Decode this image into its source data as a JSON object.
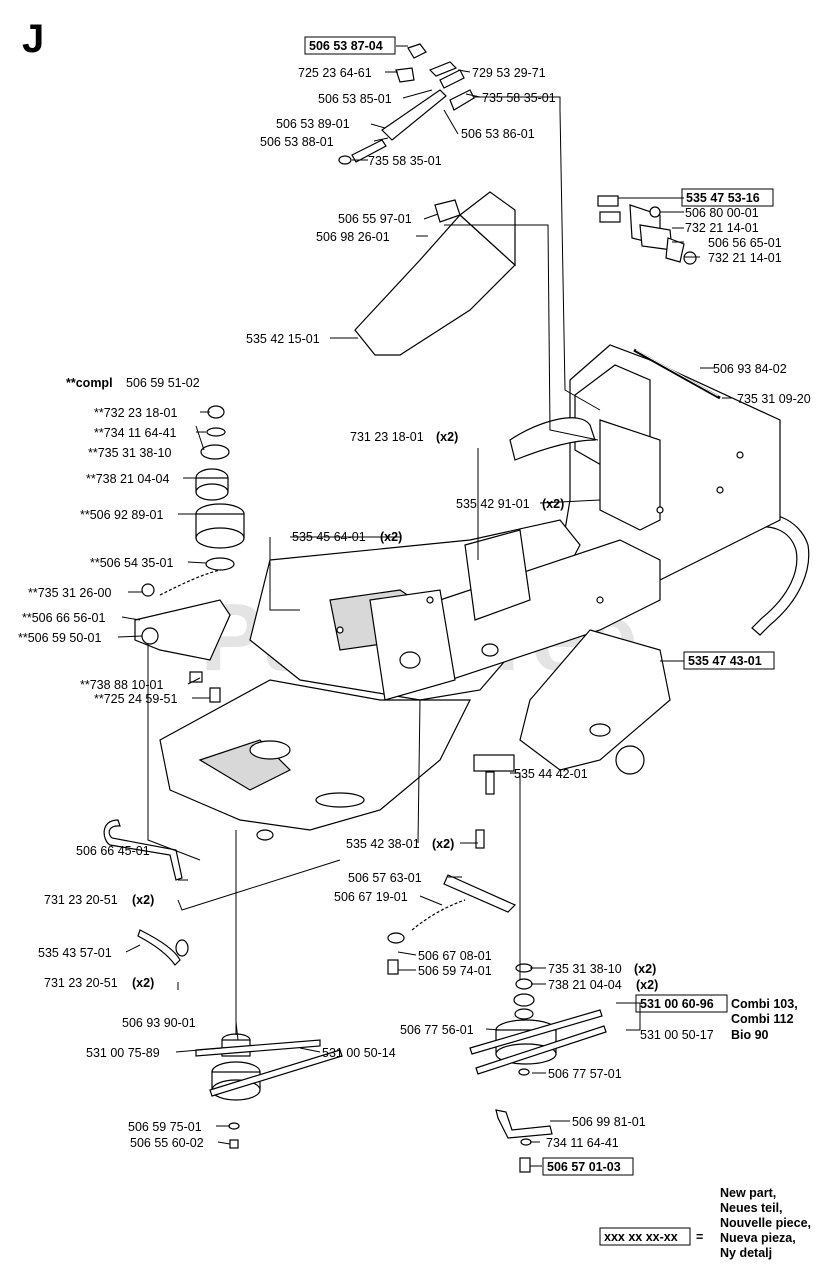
{
  "page": {
    "section_letter": "J",
    "watermark": "PartsTree",
    "watermark_tm": "TM"
  },
  "legend": {
    "code": "xxx xx xx-xx",
    "equals": "=",
    "lines": [
      "New part,",
      "Neues teil,",
      "Nouvelle piece,",
      "Nueva pieza,",
      "Ny detalj"
    ]
  },
  "parts": {
    "p_506538704": "506 53 87-04",
    "p_72523641": "725 23 64-61",
    "p_72953297": "729 53 29-71",
    "p_50653851": "506 53 85-01",
    "p_73558351a": "735 58 35-01",
    "p_50653891": "506 53 89-01",
    "p_50653861": "506 53 86-01",
    "p_50653881": "506 53 88-01",
    "p_73558351b": "735 58 35-01",
    "p_53547531": "535 47 53-16",
    "p_50680001": "506 80 00-01",
    "p_50655971": "506 55 97-01",
    "p_73221141a": "732 21 14-01",
    "p_50698261": "506 98 26-01",
    "p_50656651": "506 56 65-01",
    "p_73221141b": "732 21 14-01",
    "p_53542151": "535 42 15-01",
    "p_50693842": "506 93 84-02",
    "p_compl_prefix": "**compl",
    "p_compl": "506 59 51-02",
    "p_73531092": "735 31 09-20",
    "p_732231801s": "**732 23 18-01",
    "p_734116441s": "**734 11 64-41",
    "p_735313810s": "**735 31 38-10",
    "p_731231801": "731 23 18-01",
    "qty_x2": "(x2)",
    "p_738210404s": "**738 21 04-04",
    "p_53542911": "535 42 91-01",
    "p_506928901s": "**506 92 89-01",
    "p_53545641": "535 45 64-01",
    "p_506543501s": "**506 54 35-01",
    "p_735312600s": "**735 31 26-00",
    "p_506665601s": "**506 66 56-01",
    "p_506595001s": "**506 59 50-01",
    "p_53547431": "535 47 43-01",
    "p_738881001s": "**738 88 10-01",
    "p_725245951s": "**725 24 59-51",
    "p_53544421": "535 44 42-01",
    "p_53542381": "535 42 38-01",
    "p_50666451": "506 66 45-01",
    "p_50657631": "506 57 63-01",
    "p_73123205a": "731 23 20-51",
    "p_50667191": "506 67 19-01",
    "p_53543571": "535 43 57-01",
    "p_50667081": "506 67 08-01",
    "p_50659741": "506 59 74-01",
    "p_73531381": "735 31 38-10",
    "p_73123205b": "731 23 20-51",
    "p_73821044": "738 21 04-04",
    "p_53100609": "531 00 60-96",
    "combi103": "Combi 103,",
    "combi112": "Combi 112",
    "p_50693901": "506 93 90-01",
    "p_50677561": "506 77 56-01",
    "p_53100501": "531 00 50-17",
    "bio90": "Bio 90",
    "p_53100758": "531 00 75-89",
    "p_53100501b": "531 00 50-14",
    "p_50677571": "506 77 57-01",
    "p_50659751": "506 59 75-01",
    "p_50699811": "506 99 81-01",
    "p_50655602": "506 55 60-02",
    "p_73411644": "734 11 64-41",
    "p_50657013": "506 57 01-03"
  }
}
